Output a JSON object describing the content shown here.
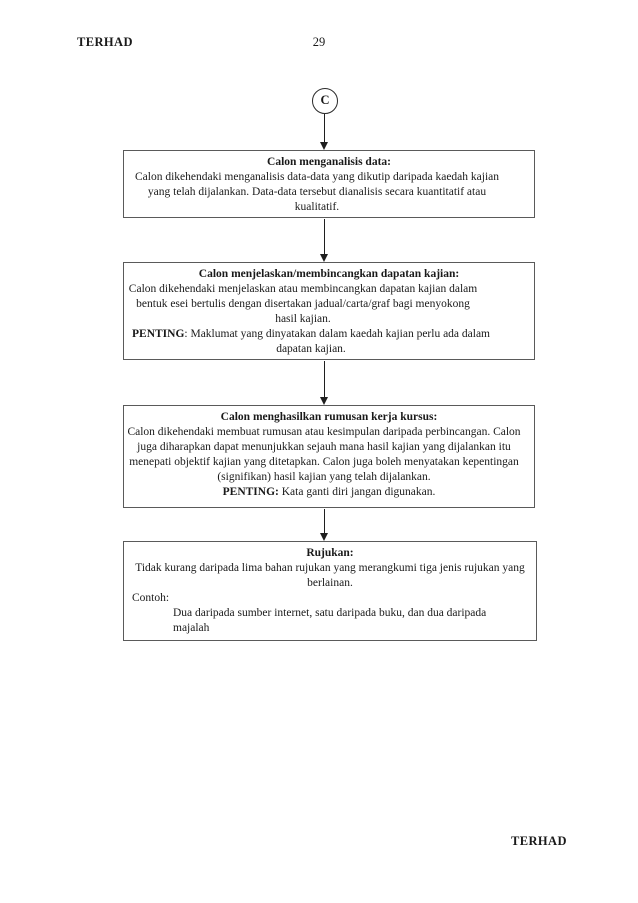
{
  "page": {
    "header_classification": "TERHAD",
    "page_number": "29",
    "footer_classification": "TERHAD"
  },
  "flowchart": {
    "connector_label": "C",
    "boxes": [
      {
        "title": "Calon menganalisis data:",
        "body": "Calon dikehendaki menganalisis data-data yang dikutip daripada kaedah kajian yang telah dijalankan. Data-data tersebut dianalisis secara kuantitatif atau kualitatif."
      },
      {
        "title": "Calon menjelaskan/membincangkan dapatan kajian:",
        "body": "Calon dikehendaki menjelaskan atau membincangkan dapatan kajian dalam bentuk esei bertulis dengan disertakan jadual/carta/graf bagi menyokong hasil kajian.",
        "note_label": "PENTING",
        "note_rest": ": Maklumat yang dinyatakan dalam kaedah kajian perlu ada dalam dapatan kajian."
      },
      {
        "title": "Calon menghasilkan rumusan kerja kursus:",
        "body": "Calon dikehendaki membuat rumusan atau kesimpulan daripada perbincangan. Calon juga diharapkan dapat menunjukkan sejauh mana hasil kajian yang dijalankan itu menepati objektif kajian yang ditetapkan. Calon juga boleh menyatakan kepentingan (signifikan) hasil kajian yang telah dijalankan.",
        "note_label": "PENTING:",
        "note_rest": " Kata ganti diri jangan digunakan."
      },
      {
        "title": "Rujukan:",
        "body": "Tidak kurang daripada lima bahan rujukan yang merangkumi tiga jenis rujukan yang berlainan.",
        "example_label": "Contoh:",
        "example_text": "Dua daripada sumber internet, satu daripada buku, dan dua daripada majalah"
      }
    ]
  },
  "colors": {
    "background": "#ffffff",
    "text": "#1a1a1a",
    "box_border": "#5a5a5a"
  }
}
